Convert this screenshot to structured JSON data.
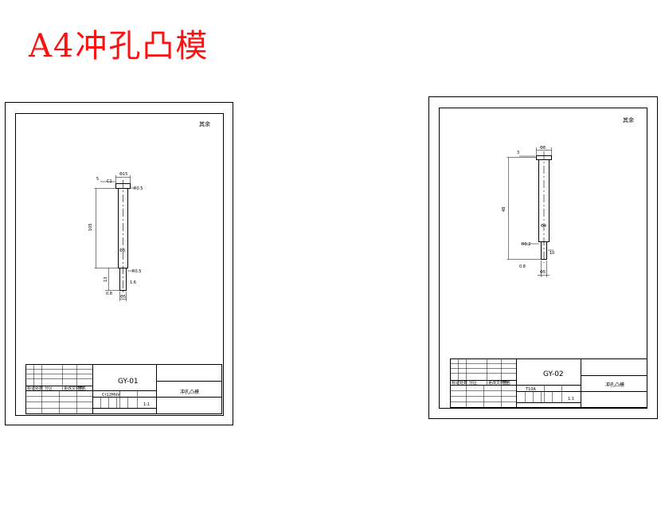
{
  "title": "A4冲孔凸模",
  "sheet_left": {
    "roughness": "其余",
    "dims": {
      "top_dia": "Φ15",
      "head_h": "5",
      "chamfer": "C1",
      "head_r": "R0.5",
      "body_len": "105",
      "body_dia": "Φ8",
      "fillet": "R0.5",
      "tip_len": "13",
      "tip_dia": "Φ5",
      "tip_ra": "1.6",
      "tip_ra2": "0.8"
    },
    "tb_drawing_no": "GY-01",
    "tb_part_name": "冲孔凸模",
    "tb_material": "Cr12MoV",
    "tb_scale": "1:1",
    "tb_labels": [
      "标记",
      "处数",
      "分区",
      "更改文件号",
      "签名",
      "年月日"
    ]
  },
  "sheet_right": {
    "roughness": "其余",
    "dims": {
      "top_dia": "Φ8",
      "head_h": "3",
      "body_len": "48",
      "body_dia": "Φ4",
      "tip_r": "R0.2",
      "tip_len": "10",
      "tip_dia": "Φ5",
      "tip_ra": "0.8"
    },
    "tb_drawing_no": "GY-02",
    "tb_part_name": "冲孔凸模",
    "tb_material": "T10A",
    "tb_scale": "1:1",
    "tb_labels": [
      "标记",
      "处数",
      "分区",
      "更改文件号",
      "签名",
      "年月日"
    ]
  }
}
